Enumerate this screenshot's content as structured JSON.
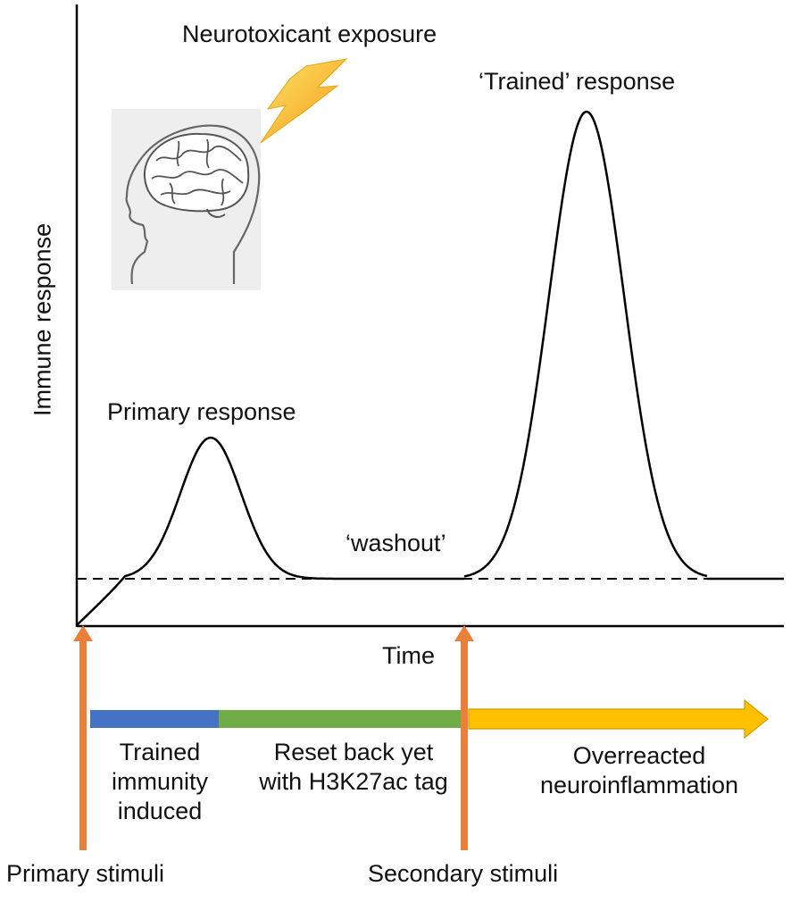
{
  "labels": {
    "y_axis": "Immune response",
    "x_axis": "Time",
    "exposure": "Neurotoxicant exposure",
    "primary_response": "Primary response",
    "trained_response": "‘Trained’ response",
    "washout": "‘washout’",
    "phase_trained": "Trained immunity induced",
    "phase_reset": "Reset back yet with H3K27ac tag",
    "phase_overreacted": "Overreacted neuroinflammation",
    "primary_stimuli": "Primary stimuli",
    "secondary_stimuli": "Secondary stimuli"
  },
  "colors": {
    "stimulus_arrow": "#e8803a",
    "phase_trained": "#4472c4",
    "phase_reset": "#70ad47",
    "phase_overreacted": "#ffc000",
    "lightning": "#f7c31a",
    "curve": "#000000"
  },
  "icons": {
    "head": "head-with-brain-icon",
    "bolt": "lightning-bolt-icon"
  }
}
